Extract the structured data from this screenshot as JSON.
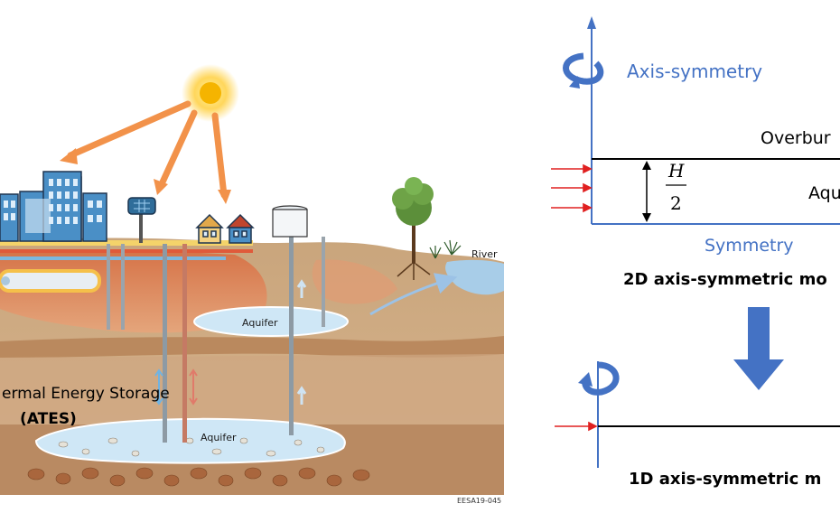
{
  "illustration": {
    "labels": {
      "aquifer_upper": "Aquifer",
      "aquifer_lower": "Aquifer",
      "river": "River",
      "ates_line1": "ermal Energy Storage",
      "ates_line2": "(ATES)",
      "code": "EESA19-045"
    },
    "colors": {
      "sun": "#f5b400",
      "ray_arrow": "#f2924a",
      "water": "#cfe7f6"
    }
  },
  "model": {
    "axis_label": "Axis-symmetry",
    "overburden": "Overbur",
    "aquifer": "Aqu",
    "fraction_num": "H",
    "fraction_den": "2",
    "symmetry": "Symmetry",
    "title_2d": "2D axis-symmetric mo",
    "title_1d": "1D axis-symmetric m",
    "colors": {
      "accent_blue": "#4472c4",
      "text_blue": "#4472c4",
      "inflow_arrow": "#e02020",
      "frame": "#000000"
    }
  }
}
